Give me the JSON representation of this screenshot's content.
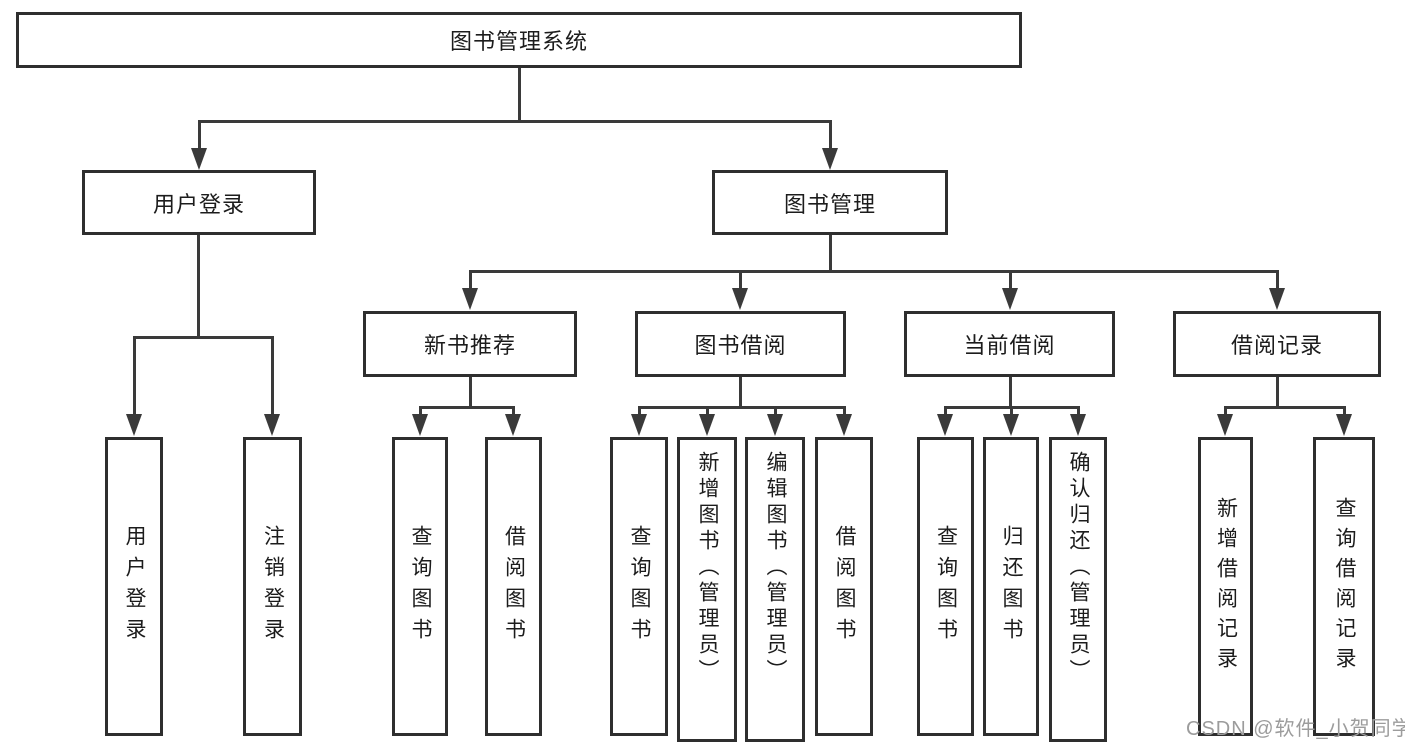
{
  "diagram_title": "图书管理系统",
  "nodes": {
    "root": {
      "label": "图书管理系统"
    },
    "level2": [
      {
        "label": "用户登录"
      },
      {
        "label": "图书管理"
      }
    ],
    "level3": [
      {
        "label": "新书推荐",
        "parent": "图书管理"
      },
      {
        "label": "图书借阅",
        "parent": "图书管理"
      },
      {
        "label": "当前借阅",
        "parent": "图书管理"
      },
      {
        "label": "借阅记录",
        "parent": "图书管理"
      }
    ],
    "leaves": [
      {
        "label": "用户登录",
        "parent": "用户登录"
      },
      {
        "label": "注销登录",
        "parent": "用户登录"
      },
      {
        "label": "查询图书",
        "parent": "新书推荐"
      },
      {
        "label": "借阅图书",
        "parent": "新书推荐"
      },
      {
        "label": "查询图书",
        "parent": "图书借阅"
      },
      {
        "label": "新增图书（管理员）",
        "parent": "图书借阅"
      },
      {
        "label": "编辑图书（管理员）",
        "parent": "图书借阅"
      },
      {
        "label": "借阅图书",
        "parent": "图书借阅"
      },
      {
        "label": "查询图书",
        "parent": "当前借阅"
      },
      {
        "label": "归还图书",
        "parent": "当前借阅"
      },
      {
        "label": "确认归还（管理员）",
        "parent": "当前借阅"
      },
      {
        "label": "新增借阅记录",
        "parent": "借阅记录"
      },
      {
        "label": "查询借阅记录",
        "parent": "借阅记录"
      }
    ]
  },
  "watermark": "CSDN @软件_小贺同学",
  "colors": {
    "line": "#3a3a3a",
    "box_border": "#2e2e2e",
    "box_fill": "#ffffff",
    "text": "#1c1c1c",
    "watermark": "#9c9c9c",
    "background": "#ffffff"
  }
}
